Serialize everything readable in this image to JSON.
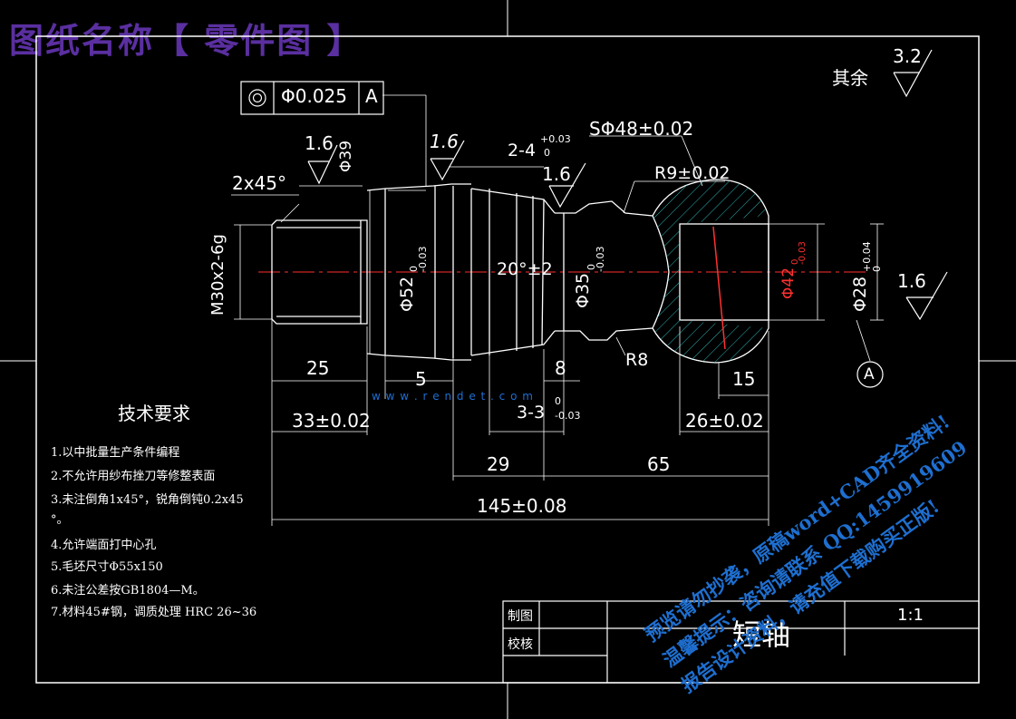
{
  "banner": {
    "title": "图纸名称【 零件图 】"
  },
  "roughness": {
    "other_label": "其余",
    "other_value": "3.2",
    "r1": "1.6",
    "r2": "1.6",
    "r3": "1.6",
    "r4": "1.6"
  },
  "tolerance_frame": {
    "value": "Φ0.025",
    "datum": "A"
  },
  "dims": {
    "phi39": "Φ39",
    "chamfer": "2x45°",
    "thread": "M30x2-6g",
    "phi52": "Φ52",
    "phi52_tol": "-0.03",
    "phi52_tol_up": "0",
    "groove": "2-4",
    "groove_tol_up": "+0.03",
    "groove_tol_low": "0",
    "sphere": "SΦ48±0.02",
    "r9": "R9±0.02",
    "angle": "20°±2",
    "phi35": "Φ35",
    "phi35_tol": "-0.03",
    "phi35_tol_up": "0",
    "phi42": "Φ42",
    "phi42_tol": "-0.03",
    "phi42_tol_up": "0",
    "phi28": "Φ28",
    "phi28_tol_up": "+0.04",
    "phi28_tol_low": "0",
    "r8": "R8",
    "d25": "25",
    "d5": "5",
    "d8": "8",
    "d15": "15",
    "d33": "33±0.02",
    "d3": "3-3",
    "d3_tol_up": "0",
    "d3_tol_low": "-0.03",
    "d26": "26±0.02",
    "d29": "29",
    "d65": "65",
    "d145": "145±0.08",
    "datum_a": "A"
  },
  "tech": {
    "title": "技术要求",
    "notes": [
      "1.以中批量生产条件编程",
      "2.不允许用纱布挫刀等修整表面",
      "3.未注倒角1x45°，锐角倒钝0.2x45",
      "°。",
      "4.允许端面打中心孔",
      "5.毛坯尺寸Φ55x150",
      "6.未注公差按GB1804—M。",
      "7.材料45#钢，调质处理 HRC 26~36"
    ]
  },
  "title_block": {
    "drawn": "制图",
    "checked": "校核",
    "part_name": "短轴",
    "scale": "1:1"
  },
  "watermark": {
    "line1": "预览请勿抄袭，原稿word+CAD齐全资料!",
    "line2": "温馨提示：咨询请联系 QQ:1459919609",
    "line3": "报告设计资料，请充值下载购买正版!",
    "site": "w w w . r e n d e t . c o m"
  },
  "colors": {
    "banner": "#5a2fa0",
    "watermark": "#1e6fd0",
    "centerline": "#ff3030",
    "hatch": "#30c8c8"
  }
}
